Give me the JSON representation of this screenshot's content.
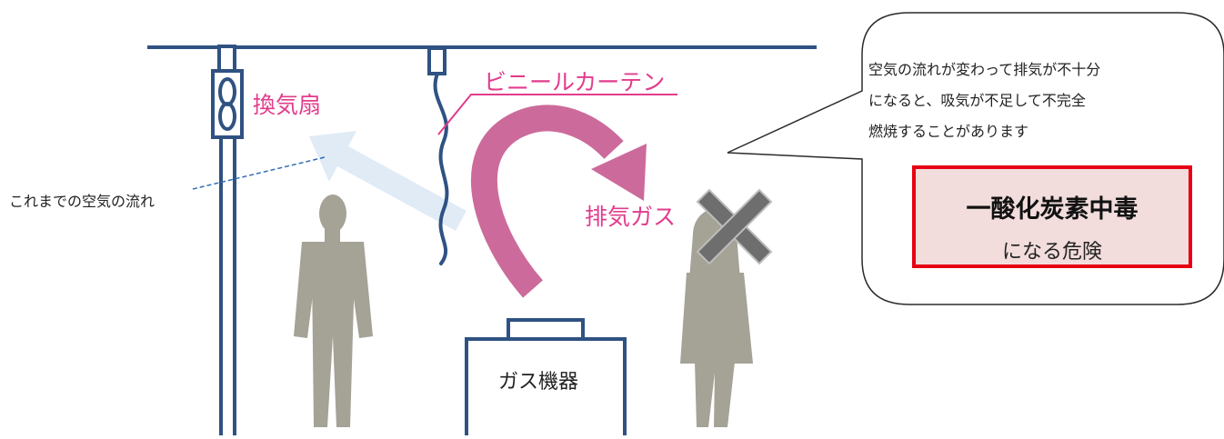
{
  "labels": {
    "ventilation_fan": "換気扇",
    "vinyl_curtain": "ビニールカーテン",
    "exhaust_gas": "排気ガス",
    "previous_airflow": "これまでの空気の流れ",
    "gas_appliance": "ガス機器"
  },
  "bubble": {
    "lines": [
      "空気の流れが変わって排気が不十分",
      "になると、吸気が不足して不完全",
      "燃焼することがあります"
    ],
    "danger_title": "一酸化炭素中毒",
    "danger_subtitle": "になる危険"
  },
  "colors": {
    "structure": "#2f5283",
    "label_pink": "#e23c8c",
    "exhaust_arrow": "#cc6b9b",
    "old_airflow_arrow": "#dbe7f5",
    "person": "#a5a296",
    "cross": "#6e6e6e",
    "danger_border": "#e60012",
    "danger_fill": "#f2dcdc"
  },
  "icons": [
    "ventilation-fan-icon",
    "person-icon",
    "x-cross-icon",
    "arrow-icon"
  ]
}
